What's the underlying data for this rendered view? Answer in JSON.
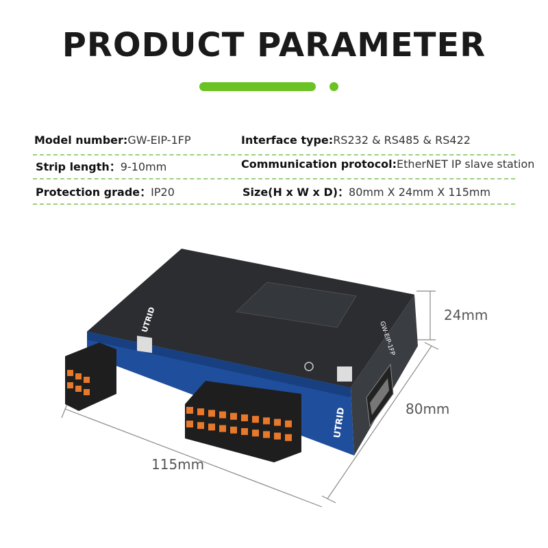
{
  "header": {
    "title": "PRODUCT PARAMETER"
  },
  "specs": {
    "model_label": "Model number:",
    "model_value": "GW-EIP-1FP",
    "interface_label": "Interface type:",
    "interface_value": "RS232 & RS485 & RS422",
    "strip_label": "Strip length：",
    "strip_value": "9-10mm",
    "protocol_label": "Communication protocol:",
    "protocol_value": "EtherNET IP slave station",
    "protection_label": "Protection grade：",
    "protection_value": "IP20",
    "size_label": "Size(H x W x D)：",
    "size_value": "80mm X 24mm X 115mm"
  },
  "dimensions": {
    "height": "24mm",
    "depth": "80mm",
    "width": "115mm"
  },
  "device": {
    "brand": "UTRID",
    "model_print": "GW-EIP-1FP"
  },
  "colors": {
    "accent": "#6ac225",
    "housing_top": "#2b2d30",
    "housing_side": "#1f4e9c",
    "terminal_orange": "#e8782a"
  }
}
